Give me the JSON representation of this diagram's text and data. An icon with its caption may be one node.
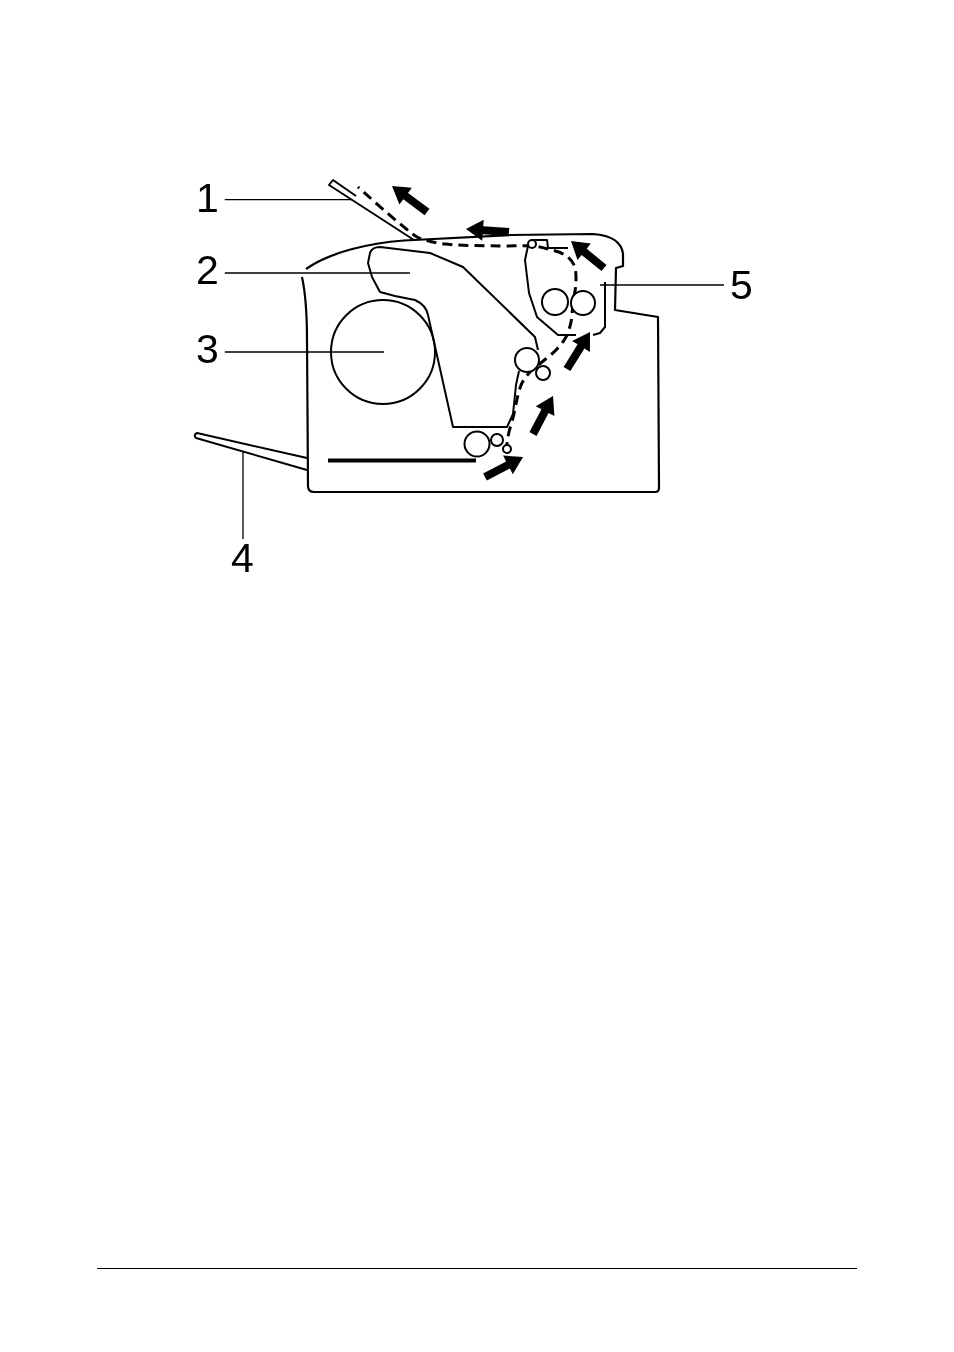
{
  "diagram": {
    "nodes": [
      {
        "text": [
          "1"
        ]
      },
      {
        "text": [],
        "shape": "bar"
      },
      {
        "text": [
          "2"
        ]
      },
      {
        "text": [],
        "shape": "box"
      },
      {
        "text": [
          "3"
        ]
      },
      {
        "text": [],
        "shape": "circle"
      },
      {
        "text": [
          "4"
        ]
      },
      {
        "text": [],
        "shape": "bar"
      },
      {
        "text": [
          "5"
        ]
      },
      {
        "text": [],
        "shape": "box"
      }
    ],
    "edges": [
      {
        "from": 0,
        "to": 1,
        "arrow": "none"
      },
      {
        "from": 2,
        "to": 3,
        "arrow": "none"
      },
      {
        "from": 4,
        "to": 5,
        "arrow": "none"
      },
      {
        "from": 6,
        "to": 7,
        "arrow": "none"
      },
      {
        "from": 8,
        "to": 9,
        "arrow": "none"
      }
    ]
  }
}
